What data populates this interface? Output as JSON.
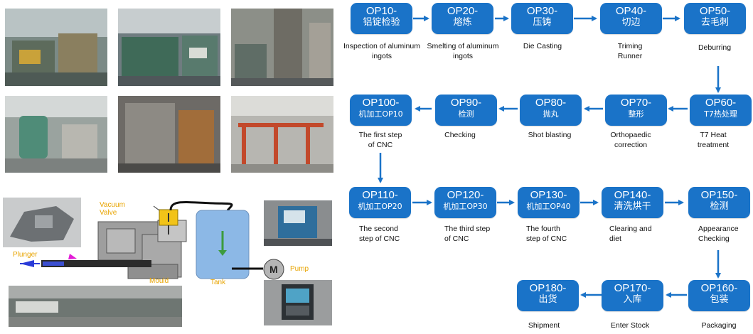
{
  "colors": {
    "step_fill": "#1a73c8",
    "arrow": "#1a73c8",
    "label_orange": "#e8a400"
  },
  "steps": [
    {
      "code": "OP10-",
      "zh": "铝锭检验",
      "en": "Inspection of aluminum ingots"
    },
    {
      "code": "OP20-",
      "zh": "熔炼",
      "en": "Smelting of aluminum ingots"
    },
    {
      "code": "OP30-",
      "zh": "压铸",
      "en": "Die Casting"
    },
    {
      "code": "OP40-",
      "zh": "切边",
      "en": "Triming Runner"
    },
    {
      "code": "OP50-",
      "zh": "去毛刺",
      "en": "Deburring"
    },
    {
      "code": "OP60-",
      "zh": "T7热处理",
      "en": "T7 Heat treatment"
    },
    {
      "code": "OP70-",
      "zh": "整形",
      "en": "Orthopaedic correction"
    },
    {
      "code": "OP80-",
      "zh": "抛丸",
      "en": "Shot blasting"
    },
    {
      "code": "OP90-",
      "zh": "检测",
      "en": "Checking"
    },
    {
      "code": "OP100-",
      "zh": "机加工OP10",
      "en": "The first step of CNC"
    },
    {
      "code": "OP110-",
      "zh": "机加工OP20",
      "en": "The second step of CNC"
    },
    {
      "code": "OP120-",
      "zh": "机加工OP30",
      "en": "The third step of CNC"
    },
    {
      "code": "OP130-",
      "zh": "机加工OP40",
      "en": "The fourth step of CNC"
    },
    {
      "code": "OP140-",
      "zh": "清洗烘干",
      "en": "Clearing and diet"
    },
    {
      "code": "OP150-",
      "zh": "检测",
      "en": "Appearance Checking"
    },
    {
      "code": "OP160-",
      "zh": "包装",
      "en": "Packaging"
    },
    {
      "code": "OP170-",
      "zh": "入库",
      "en": "Enter Stock"
    },
    {
      "code": "OP180-",
      "zh": "出货",
      "en": "Shipment"
    }
  ],
  "machine_diagram": {
    "vacuum_valve": "Vacuum Valve",
    "plunger": "Plunger",
    "mould": "Mould",
    "tank": "Tank",
    "pump": "Pump",
    "motor": "M"
  }
}
